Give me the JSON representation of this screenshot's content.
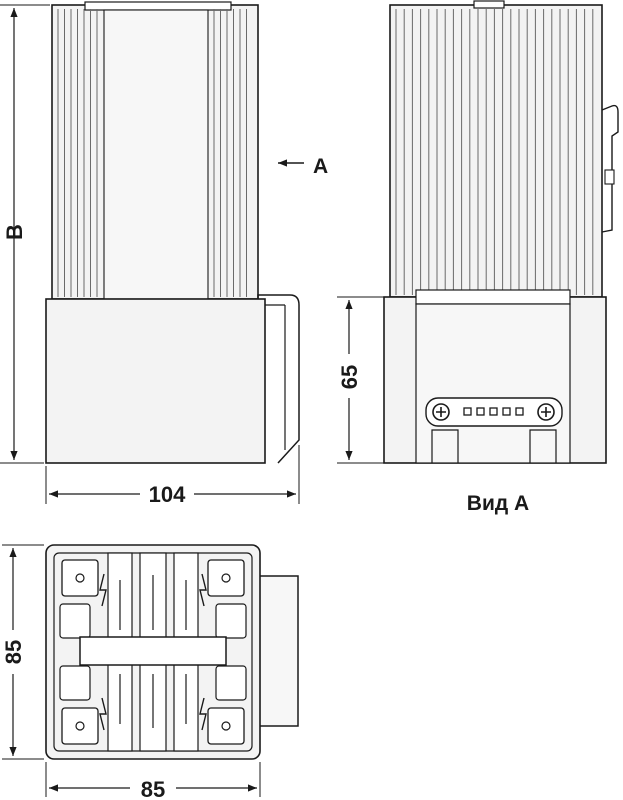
{
  "front_view": {
    "height_label": "B",
    "width_label": "104",
    "view_arrow_label": "A"
  },
  "side_view": {
    "lower_height_label": "65",
    "caption": "Вид А"
  },
  "bottom_view": {
    "height_label": "85",
    "width_label": "85"
  },
  "colors": {
    "line": "#1a1a1a",
    "fill": "#f3f3f3"
  }
}
